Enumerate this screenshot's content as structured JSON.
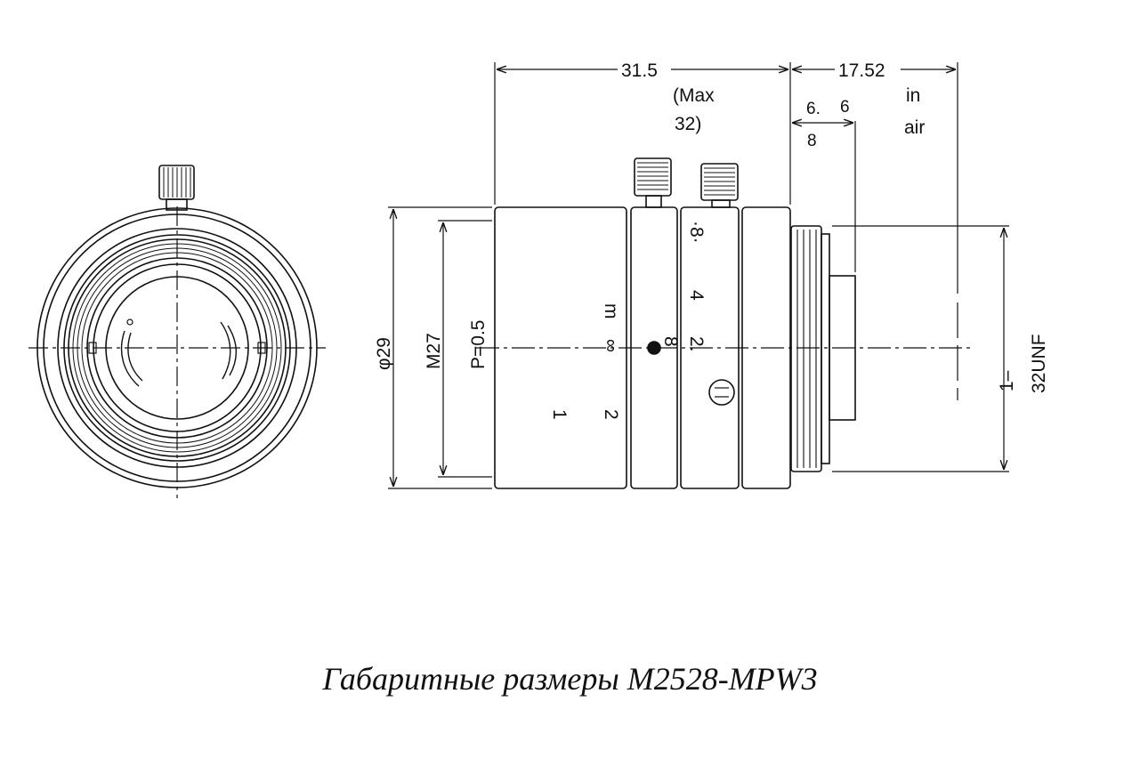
{
  "caption": "Габаритные размеры M2528-MPW3",
  "dimensions": {
    "overall_length": "31.5",
    "overall_length_max_a": "(Max",
    "overall_length_max_b": "32)",
    "flange_back": "17.52",
    "flange_back_note_a": "in",
    "flange_back_note_b": "air",
    "rear_a_1": "6.",
    "rear_a_2": "8",
    "rear_b": "6",
    "outer_diameter": "φ29",
    "filter_thread": "M27",
    "filter_pitch": "P=0.5",
    "mount_thread_a": "1–",
    "mount_thread_b": "32UNF"
  },
  "scales": {
    "focus_unit": "m",
    "focus_inf": "∞",
    "focus_2": "2",
    "focus_1": "1",
    "iris_8": "8",
    "iris_2": "2.",
    "iris_4": "4",
    "iris_dot8": "·8·"
  },
  "colors": {
    "line": "#111111",
    "background": "#ffffff"
  }
}
